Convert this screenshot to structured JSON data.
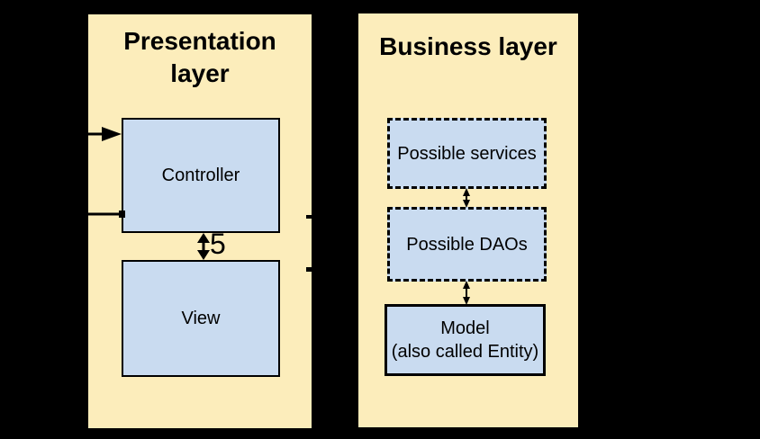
{
  "colors": {
    "background": "#000000",
    "panel": "#FCEDBB",
    "box-fill": "#C9DBF0",
    "line": "#000000",
    "text": "#000000"
  },
  "presentation_layer": {
    "title": "Presentation layer",
    "controller_label": "Controller",
    "view_label": "View",
    "gap_label": "5"
  },
  "business_layer": {
    "title": "Business layer",
    "services_label": "Possible services",
    "daos_label": "Possible DAOs",
    "model_label_line1": "Model",
    "model_label_line2": "(also called Entity)"
  }
}
